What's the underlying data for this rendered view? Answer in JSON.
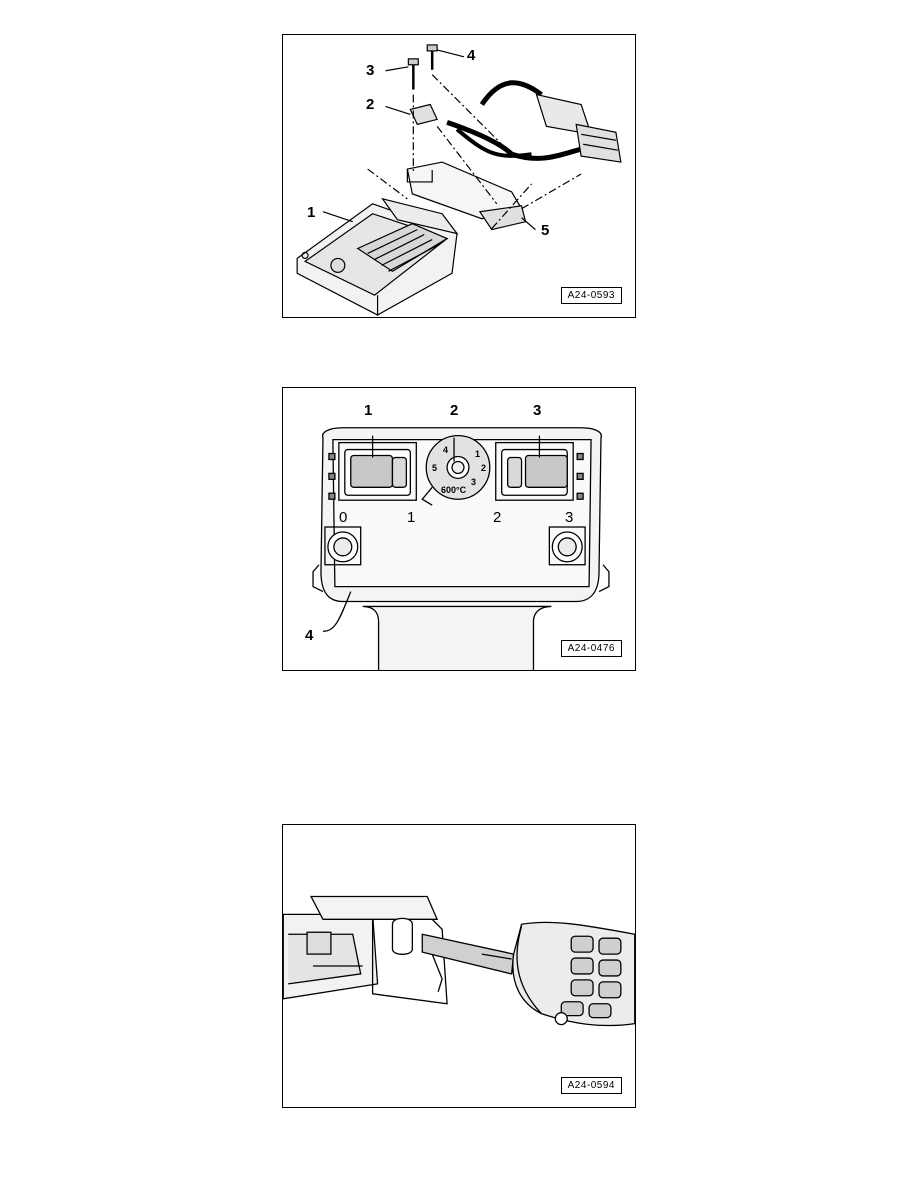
{
  "figures": [
    {
      "code": "A24-0593",
      "callouts": [
        "1",
        "2",
        "3",
        "4",
        "5"
      ]
    },
    {
      "code": "A24-0476",
      "callouts": [
        "1",
        "2",
        "3",
        "4"
      ],
      "switch_positions": [
        "0",
        "1",
        "2",
        "3"
      ],
      "dial_marks": [
        "4",
        "5",
        "1",
        "2",
        "3",
        "600°C"
      ]
    },
    {
      "code": "A24-0594"
    }
  ]
}
